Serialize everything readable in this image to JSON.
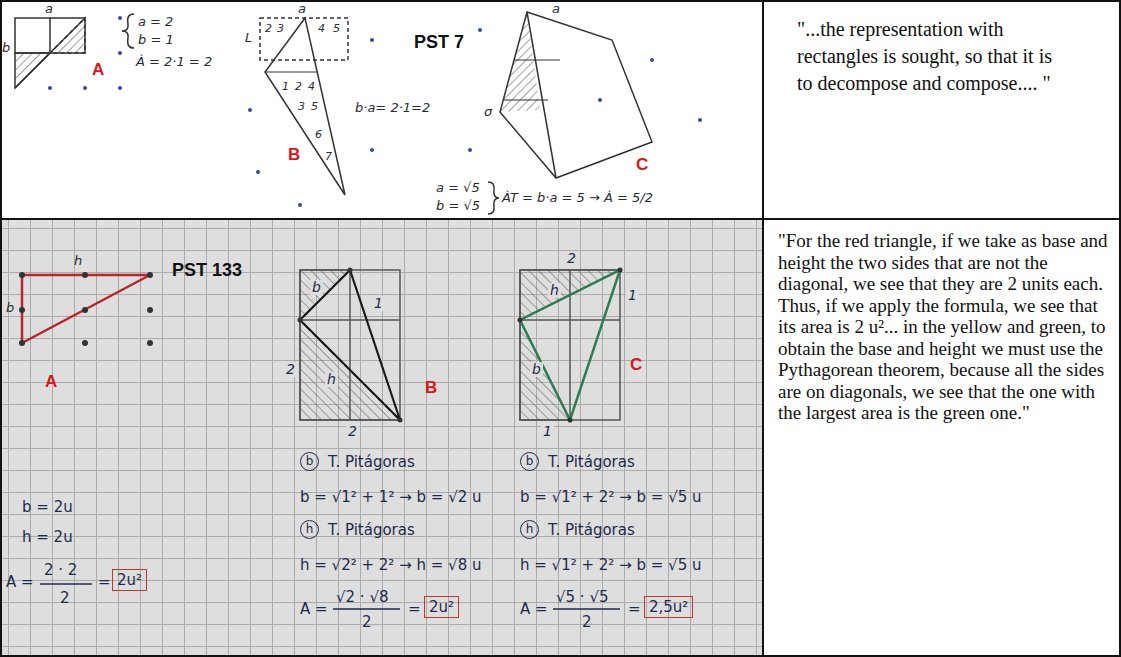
{
  "diagram": {
    "nodes": [
      {
        "text": [
          "PST 7"
        ]
      },
      {
        "text": [
          "\"...the representation with rectangles is sought, so that it is to decompose and compose.... \""
        ]
      },
      {
        "text": [
          "PST 133"
        ]
      },
      {
        "text": [
          "\"For the red triangle, if we take as base and height the two sides that are not the diagonal, we see that they are 2 units each. Thus, if we apply the formula, we see that its area is 2 u²... in the yellow and green, to obtain the base and height we must use the Pythagorean theorem, because all the sides are on diagonals, we see that the one with the largest area is the green one.\""
        ]
      }
    ],
    "labels": [
      "a",
      "b",
      "a = 2",
      "b = 1",
      "À = 2·1 = 2",
      "A",
      "a",
      "L",
      "2",
      "3",
      "4",
      "5",
      "1",
      "2",
      "4",
      "3",
      "5",
      "6",
      "7",
      "b·a= 2·1=2",
      "B",
      "a",
      "σ",
      "C",
      "a = √5",
      "b = √5",
      "ÀT = b·a = 5 → À = 5/2",
      "h",
      "b",
      "A",
      "b",
      "1",
      "2",
      "h",
      "2",
      "B",
      "2",
      "h",
      "1",
      "b",
      "1",
      "C",
      "b = 2u",
      "h = 2u",
      "A =",
      "2 · 2",
      "2",
      "=",
      "2u²",
      "b",
      "T. Pitágoras",
      "b = √1² + 1² → b = √2 u",
      "h",
      "T. Pitágoras",
      "h = √2² + 2² → h = √8 u",
      "A =",
      "√2 · √8",
      "2",
      "=",
      "2u²",
      "b",
      "T. Pitágoras",
      "b = √1² + 2² → b = √5 u",
      "h",
      "T. Pitágoras",
      "h = √1² + 2² → b = √5 u",
      "A =",
      "√5 · √5",
      "2",
      "=",
      "2,5u²"
    ]
  }
}
